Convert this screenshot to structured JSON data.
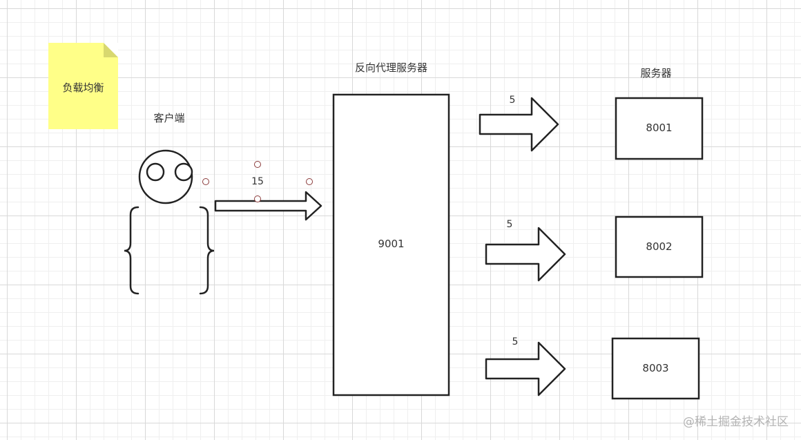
{
  "diagram": {
    "note": {
      "text": "负载均衡",
      "color": "#ffff88"
    },
    "client": {
      "label": "客户端"
    },
    "proxy": {
      "title": "反向代理服务器",
      "port": "9001"
    },
    "servers_title": "服务器",
    "client_link": {
      "weight": "15"
    },
    "servers": [
      {
        "port": "8001",
        "weight": "5"
      },
      {
        "port": "8002",
        "weight": "5"
      },
      {
        "port": "8003",
        "weight": "5"
      }
    ]
  },
  "watermark": "@稀土掘金技术社区"
}
